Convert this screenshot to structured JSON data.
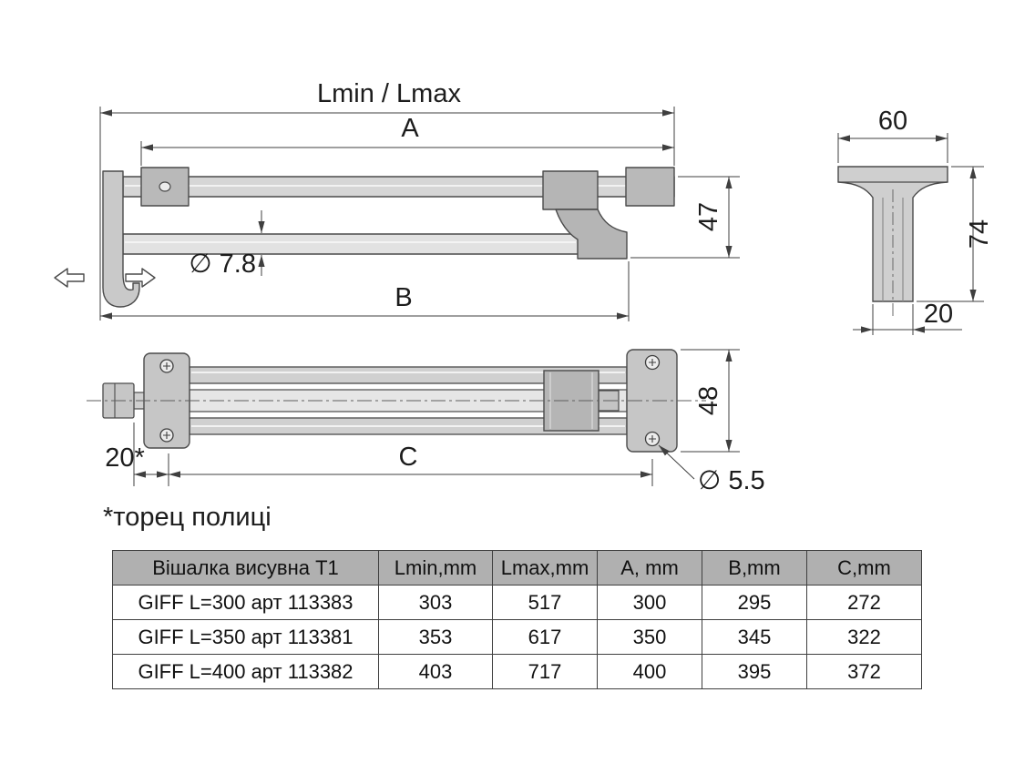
{
  "drawing": {
    "side_view": {
      "dim_overall_label": "Lmin / Lmax",
      "dim_a_label": "A",
      "dim_height_label": "47",
      "dim_rod_diameter_label": "∅ 7.8",
      "dim_b_label": "B"
    },
    "end_view": {
      "dim_width_label": "60",
      "dim_height_label": "74",
      "dim_stem_label": "20"
    },
    "top_view": {
      "dim_height_label": "48",
      "dim_offset_label": "20*",
      "dim_c_label": "C",
      "dim_hole_diameter_label": "∅ 5.5"
    },
    "footnote": "*торец полиці",
    "colors": {
      "line": "#3f3f3f",
      "part_light": "#e2e2e2",
      "part_mid": "#cfcfcf",
      "part_dark": "#b5b5b5"
    }
  },
  "table": {
    "headers": [
      "Вішалка висувна Т1",
      "Lmin,mm",
      "Lmax,mm",
      "A, mm",
      "B,mm",
      "C,mm"
    ],
    "rows": [
      [
        "GIFF L=300 арт 113383",
        "303",
        "517",
        "300",
        "295",
        "272"
      ],
      [
        "GIFF L=350 арт 113381",
        "353",
        "617",
        "350",
        "345",
        "322"
      ],
      [
        "GIFF L=400 арт 113382",
        "403",
        "717",
        "400",
        "395",
        "372"
      ]
    ]
  }
}
